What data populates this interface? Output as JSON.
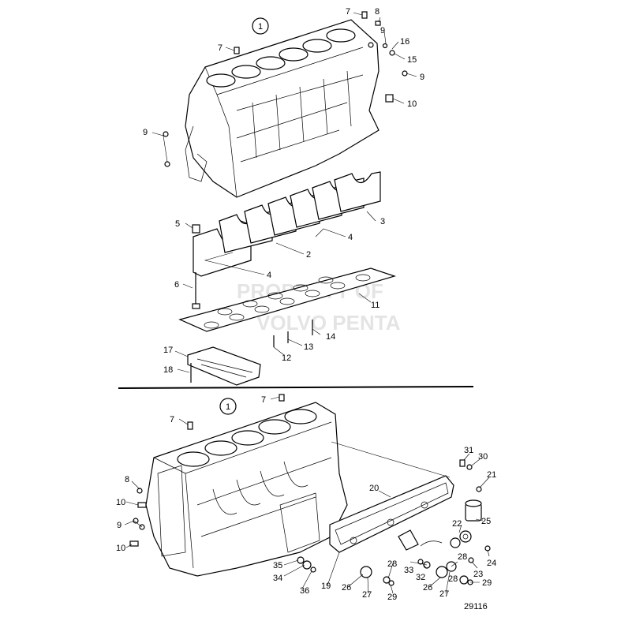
{
  "diagram": {
    "drawing_number": "29116",
    "watermark": [
      "PROPERTY OF",
      "VOLVO PENTA"
    ],
    "upper_assembly": {
      "main_ref": "1",
      "callouts": [
        "7",
        "8",
        "9",
        "16",
        "15",
        "9",
        "10",
        "7",
        "9",
        "3",
        "5",
        "4",
        "2",
        "4",
        "6",
        "11",
        "14",
        "13",
        "12",
        "17",
        "18"
      ]
    },
    "lower_assembly": {
      "main_ref": "1",
      "callouts": [
        "7",
        "7",
        "8",
        "10",
        "9",
        "10",
        "20",
        "31",
        "30",
        "21",
        "25",
        "22",
        "24",
        "23",
        "28",
        "29",
        "35",
        "34",
        "36",
        "19",
        "26",
        "27",
        "28",
        "29",
        "33",
        "32",
        "26",
        "27",
        "28"
      ]
    }
  }
}
